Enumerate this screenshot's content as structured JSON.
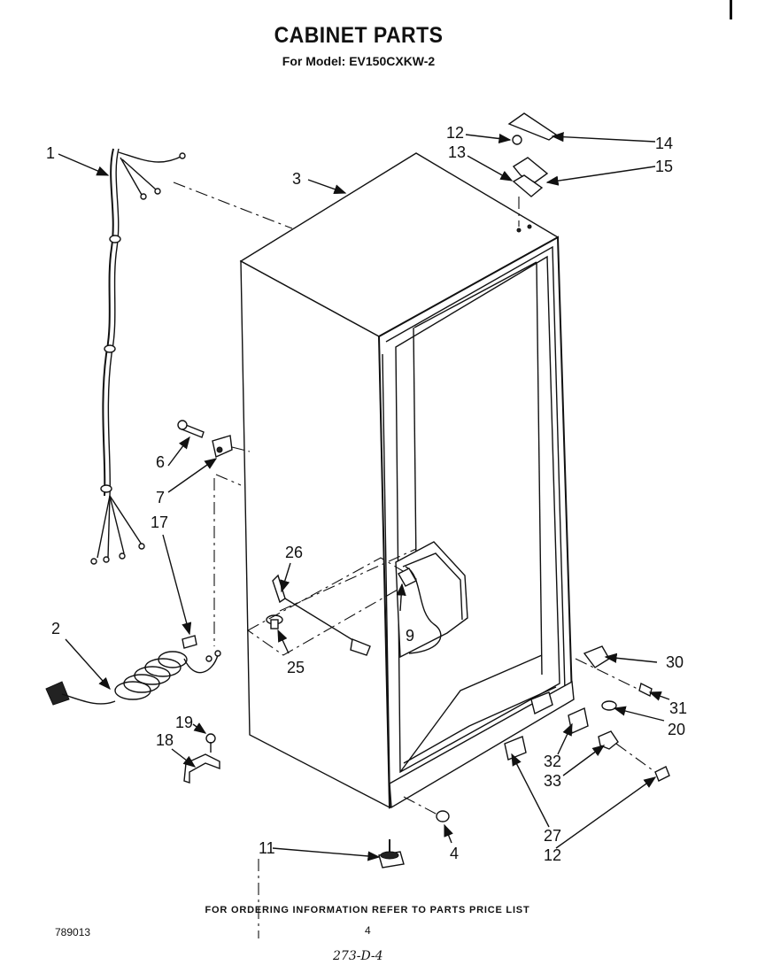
{
  "header": {
    "title": "CABINET PARTS",
    "subtitle": "For Model: EV150CXKW-2"
  },
  "footer": {
    "ordering_note": "FOR ORDERING INFORMATION REFER TO PARTS PRICE LIST",
    "doc_number": "789013",
    "page_number": "4",
    "handwritten_note": "273-D-4"
  },
  "callouts": {
    "p1": "1",
    "p2": "2",
    "p3": "3",
    "p4": "4",
    "p6": "6",
    "p7": "7",
    "p9": "9",
    "p11": "11",
    "p12a": "12",
    "p12b": "12",
    "p13": "13",
    "p14": "14",
    "p15": "15",
    "p17": "17",
    "p18": "18",
    "p19": "19",
    "p20": "20",
    "p25": "25",
    "p26": "26",
    "p27": "27",
    "p30": "30",
    "p31": "31",
    "p32": "32",
    "p33": "33"
  }
}
